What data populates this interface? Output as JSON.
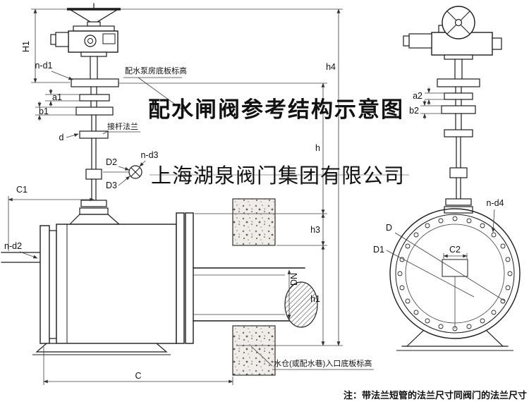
{
  "texts": {
    "title": "配水闸阀参考结构示意图",
    "watermark": "上海湖泉阀门集团有限公司",
    "footnote": "注：带法兰短管的法兰尺寸同阀门的法兰尺寸"
  },
  "colors": {
    "title_red": "#ee1111",
    "watermark_gray": "#8a8a8a"
  },
  "ann": {
    "pump_floor": "配水泵房底板标高",
    "stem_flange": "接杆法兰",
    "inlet_floor": "水仓(或配水巷)入口底板标高"
  },
  "dims": {
    "H1": "H1",
    "n_d1": "n-d1",
    "a1": "a1",
    "b1": "b1",
    "d": "d",
    "D2": "D2",
    "n_d3": "n-d3",
    "D3": "D3",
    "C1": "C1",
    "n_d2": "n-d2",
    "C": "C",
    "DN": "DN",
    "h4": "h4",
    "h": "h",
    "h3": "h3",
    "h1": "h1",
    "a2": "a2",
    "b2": "b2",
    "n_d4": "n-d4",
    "D": "D",
    "D1": "D1",
    "C2": "C2"
  }
}
